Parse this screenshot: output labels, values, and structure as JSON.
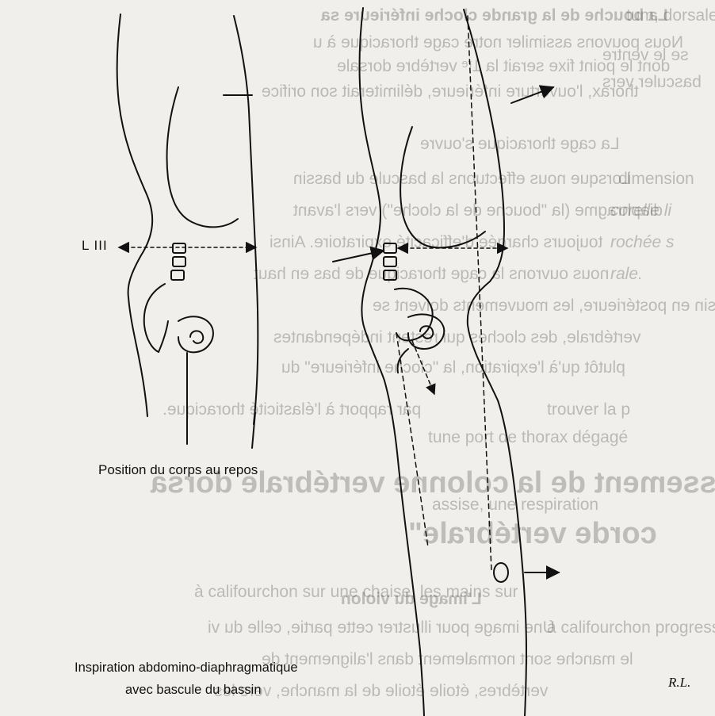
{
  "figure": {
    "level_label": "L III",
    "caption_rest": "Position du corps au repos",
    "caption_inspiration_line1": "Inspiration abdomino-diaphragmatique",
    "caption_inspiration_line2": "avec bascule du bassin",
    "signature": "R.L."
  },
  "bleed_through": {
    "line1": "La bouche de la grande cloche inférieure sa",
    "line2": "Nous pouvons assimiler notre cage thoracique à u",
    "line3": "dont le point fixe serait la 1ʳᵉ vertèbre dorsale",
    "line4": "thorax, l'ouverture inférieure, délimiterait son orifice",
    "line5": "Lorsque nous effectuons la bascule du bassin",
    "line6": "diaphragme (la \"bouche de la cloche\") vers l'avant",
    "line7": "toujours chargée d'efficacité expiratoire. Ainsi",
    "line8": "nous ouvrons la cage thoracique de bas en haut",
    "line9": "bassin en postérieure, les mouvements doivent se",
    "line10": "vertébrale, des cloches qui restent indépendantes",
    "line11": "plutôt qu'à l'expiration, la \"cloche inférieure\" du",
    "line12": "par rapport à l'élasticité thoracique.",
    "heading1": "redressement de la colonne vertébrale dorsa",
    "heading2": "corde vertébrale\"",
    "line13": "L'image du violon",
    "line14": "Une image pour illustrer cette partie, celle du vi",
    "line15": "le manche sont normalement dans l'alignement de",
    "line16": "à califourchon sur une chaise, les mains sur",
    "line17": "vertèbres, étoile étoile de la manche, vers les",
    "right1": "tum, dorsale",
    "right2": "se le ventre",
    "right3": "basculer vers",
    "right4": "La cage thoracique s'ouvre",
    "right5": "dimension",
    "right6": "corelle li",
    "right7": "rochée s",
    "right8": "rale.",
    "right9": "trouver la p",
    "right10": "tune port de thorax dégagé",
    "right11": "assise, une respiration",
    "right12": "à califourchon progressivement"
  }
}
